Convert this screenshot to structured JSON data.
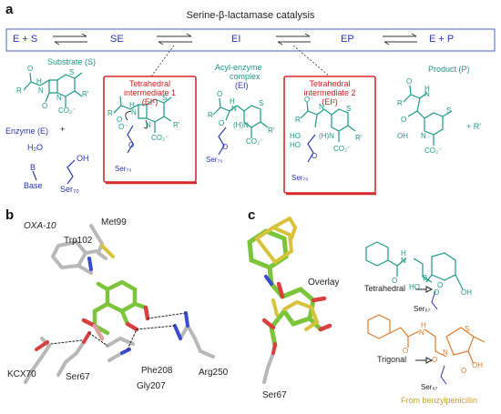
{
  "panels": {
    "a": "a",
    "b": "b",
    "c": "c"
  },
  "panel_a": {
    "title": "Serine-β-lactamase catalysis",
    "scheme": {
      "es": "E + S",
      "se": "SE",
      "ei": "EI",
      "ep": "EP",
      "eplusp": "E + P"
    },
    "substrate": {
      "label": "Substrate (S)"
    },
    "enzyme": {
      "label": "Enzyme (E)",
      "plus": "+",
      "water": "H₂O",
      "base_atom": "B",
      "base_label": "Base",
      "ser": "Ser₇₀",
      "oh": "OH"
    },
    "ti1": {
      "line1": "Tetrahedral",
      "line2": "intermediate 1",
      "line3": "(EI¹)"
    },
    "acyl": {
      "line1": "Acyl-enzyme",
      "line2": "complex",
      "line3": "(EI)"
    },
    "ti2": {
      "line1": "Tetrahedral",
      "line2": "intermediate 2",
      "line3": "(EI²)"
    },
    "product": {
      "label": "Product (P)",
      "plus_r": "+ R'"
    },
    "atoms": {
      "R": "R",
      "H": "H",
      "N": "N",
      "O": "O",
      "S": "S",
      "Rp": "R'",
      "co2": "CO₂⁻",
      "oh": "OH",
      "ho": "HO",
      "hn": "(H)N",
      "ser70": "Ser₇₀",
      "ominus": "O⁻"
    }
  },
  "panel_b": {
    "enzyme": "OXA-10",
    "residues": {
      "met99": "Met99",
      "trp102": "Trp102",
      "kcx70": "KCX70",
      "ser67": "Ser67",
      "phe208": "Phe208",
      "gly207": "Gly207",
      "arg250": "Arg250"
    }
  },
  "panel_c": {
    "overlay": "Overlay",
    "ser67": "Ser67",
    "tetrahedral": "Tetrahedral",
    "trigonal": "Trigonal",
    "from": "From benzylpenicillin",
    "atoms": {
      "H": "H",
      "N": "N",
      "O": "O",
      "B": "B",
      "S": "S",
      "HO": "HO",
      "OH": "OH",
      "ser67": "Ser₆₇",
      "minus": "−"
    }
  },
  "colors": {
    "blue": "#2a36b4",
    "teal": "#1d9a86",
    "red": "#cc1f1f",
    "green_stick": "#7cc43a",
    "yellow_stick": "#d8c23a",
    "orange": "#e07a2c",
    "gold": "#c9a227",
    "grey_stick": "#b8b8b8"
  }
}
